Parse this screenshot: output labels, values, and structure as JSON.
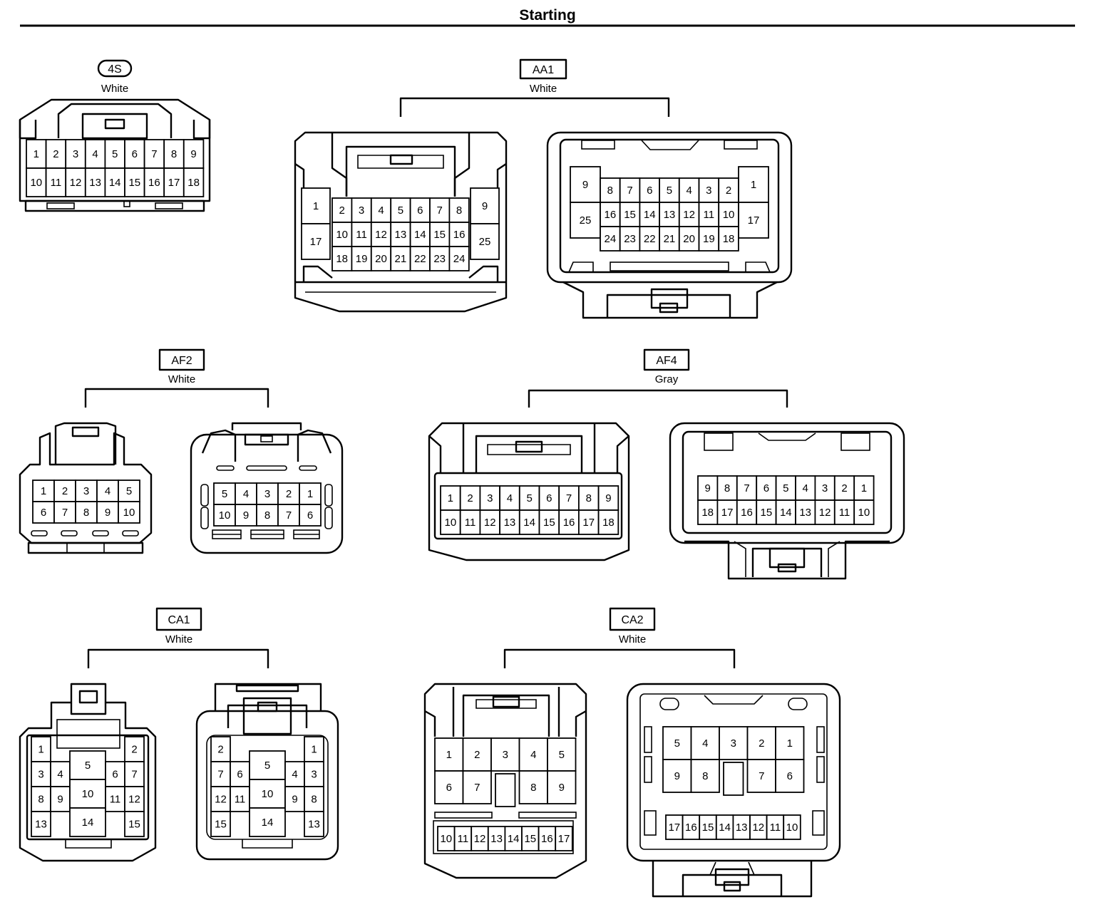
{
  "page": {
    "title": "Starting"
  },
  "connectors": {
    "s4": {
      "code": "4S",
      "color": "White",
      "rows": [
        [
          "1",
          "2",
          "3",
          "4",
          "5",
          "6",
          "7",
          "8",
          "9"
        ],
        [
          "10",
          "11",
          "12",
          "13",
          "14",
          "15",
          "16",
          "17",
          "18"
        ]
      ]
    },
    "aa1": {
      "code": "AA1",
      "color": "White",
      "male": {
        "left": [
          "1",
          "17"
        ],
        "right": [
          "9",
          "25"
        ],
        "rows": [
          [
            "2",
            "3",
            "4",
            "5",
            "6",
            "7",
            "8"
          ],
          [
            "10",
            "11",
            "12",
            "13",
            "14",
            "15",
            "16"
          ],
          [
            "18",
            "19",
            "20",
            "21",
            "22",
            "23",
            "24"
          ]
        ]
      },
      "female": {
        "left": [
          "9",
          "25"
        ],
        "right": [
          "1",
          "17"
        ],
        "rows": [
          [
            "8",
            "7",
            "6",
            "5",
            "4",
            "3",
            "2"
          ],
          [
            "16",
            "15",
            "14",
            "13",
            "12",
            "11",
            "10"
          ],
          [
            "24",
            "23",
            "22",
            "21",
            "20",
            "19",
            "18"
          ]
        ]
      }
    },
    "af2": {
      "code": "AF2",
      "color": "White",
      "male": {
        "rows": [
          [
            "1",
            "2",
            "3",
            "4",
            "5"
          ],
          [
            "6",
            "7",
            "8",
            "9",
            "10"
          ]
        ]
      },
      "female": {
        "rows": [
          [
            "5",
            "4",
            "3",
            "2",
            "1"
          ],
          [
            "10",
            "9",
            "8",
            "7",
            "6"
          ]
        ]
      }
    },
    "af4": {
      "code": "AF4",
      "color": "Gray",
      "male": {
        "rows": [
          [
            "1",
            "2",
            "3",
            "4",
            "5",
            "6",
            "7",
            "8",
            "9"
          ],
          [
            "10",
            "11",
            "12",
            "13",
            "14",
            "15",
            "16",
            "17",
            "18"
          ]
        ]
      },
      "female": {
        "rows": [
          [
            "9",
            "8",
            "7",
            "6",
            "5",
            "4",
            "3",
            "2",
            "1"
          ],
          [
            "18",
            "17",
            "16",
            "15",
            "14",
            "13",
            "12",
            "11",
            "10"
          ]
        ]
      }
    },
    "ca1": {
      "code": "CA1",
      "color": "White",
      "male": {
        "left": [
          [
            "1",
            ""
          ],
          [
            "3",
            "4"
          ],
          [
            "8",
            "9"
          ],
          [
            "13",
            ""
          ]
        ],
        "center": [
          "5",
          "10",
          "14"
        ],
        "right": [
          [
            "",
            "2"
          ],
          [
            "6",
            "7"
          ],
          [
            "11",
            "12"
          ],
          [
            "",
            "15"
          ]
        ]
      },
      "female": {
        "left": [
          [
            "2",
            ""
          ],
          [
            "7",
            "6"
          ],
          [
            "12",
            "11"
          ],
          [
            "15",
            ""
          ]
        ],
        "center": [
          "5",
          "10",
          "14"
        ],
        "right": [
          [
            "",
            "1"
          ],
          [
            "4",
            "3"
          ],
          [
            "9",
            "8"
          ],
          [
            "",
            "13"
          ]
        ]
      }
    },
    "ca2": {
      "code": "CA2",
      "color": "White",
      "male": {
        "top": [
          "1",
          "2",
          "3",
          "4",
          "5"
        ],
        "mid": [
          "6",
          "7",
          "",
          "8",
          "9"
        ],
        "bottom": [
          "10",
          "11",
          "12",
          "13",
          "14",
          "15",
          "16",
          "17"
        ]
      },
      "female": {
        "top": [
          "5",
          "4",
          "3",
          "2",
          "1"
        ],
        "mid": [
          "9",
          "8",
          "",
          "7",
          "6"
        ],
        "bottom": [
          "17",
          "16",
          "15",
          "14",
          "13",
          "12",
          "11",
          "10"
        ]
      }
    }
  }
}
